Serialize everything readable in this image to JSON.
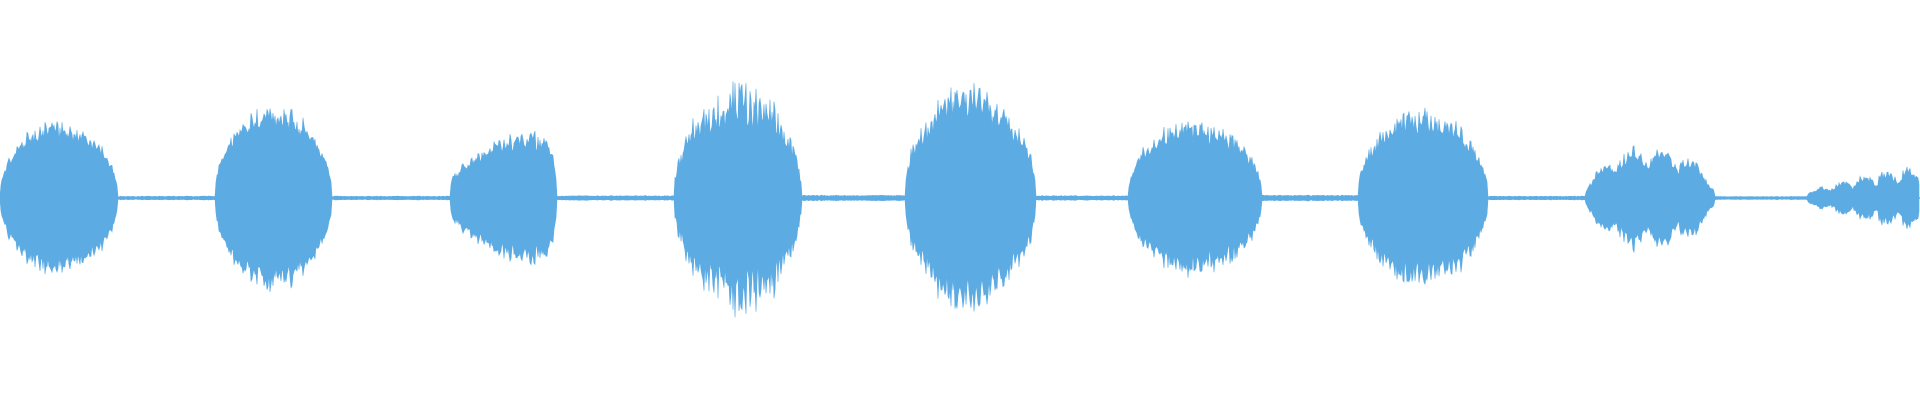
{
  "waveform": {
    "color": "#5dabe3",
    "background": "#ffffff",
    "baseline_level": 0.012,
    "segments": [
      {
        "kind": "burst",
        "amplitude": 0.52,
        "shape": "dome",
        "roughness": 0.1
      },
      {
        "kind": "gap",
        "amplitude": 0.012
      },
      {
        "kind": "burst",
        "amplitude": 0.62,
        "shape": "dome",
        "roughness": 0.1
      },
      {
        "kind": "gap",
        "amplitude": 0.012
      },
      {
        "kind": "burst",
        "amplitude": 0.56,
        "shape": "rising",
        "roughness": 0.14
      },
      {
        "kind": "gap",
        "amplitude": 0.015
      },
      {
        "kind": "burst",
        "amplitude": 0.7,
        "shape": "dome",
        "roughness": 0.22
      },
      {
        "kind": "gap",
        "amplitude": 0.018
      },
      {
        "kind": "burst",
        "amplitude": 0.74,
        "shape": "dome",
        "roughness": 0.16
      },
      {
        "kind": "gap",
        "amplitude": 0.015
      },
      {
        "kind": "burst",
        "amplitude": 0.52,
        "shape": "dome",
        "roughness": 0.14
      },
      {
        "kind": "gap",
        "amplitude": 0.018
      },
      {
        "kind": "burst",
        "amplitude": 0.59,
        "shape": "dome",
        "roughness": 0.12
      },
      {
        "kind": "gap",
        "amplitude": 0.012
      },
      {
        "kind": "burst",
        "amplitude": 0.36,
        "shape": "wobble",
        "roughness": 0.14
      },
      {
        "kind": "gap",
        "amplitude": 0.01
      },
      {
        "kind": "burst",
        "amplitude": 0.2,
        "shape": "tail",
        "roughness": 0.18
      }
    ]
  }
}
